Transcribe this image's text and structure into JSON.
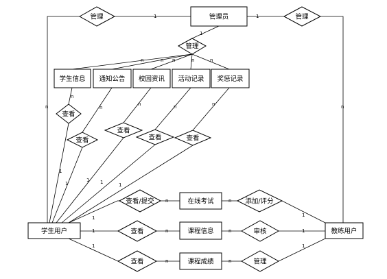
{
  "entities": {
    "admin": "管理员",
    "student_info": "学生信息",
    "notice": "通知公告",
    "campus_news": "校园资讯",
    "activity": "活动记录",
    "reward": "奖惩记录",
    "student_user": "学生用户",
    "teacher_user": "教练用户",
    "online_exam": "在线考试",
    "course_info": "课程信息",
    "course_score": "课程成绩"
  },
  "relationships": {
    "manage_left": "管理",
    "manage_right": "管理",
    "manage_center": "管理",
    "view_1": "查看",
    "view_2": "查看",
    "view_3": "查看",
    "view_4": "查看",
    "view_5": "查看",
    "view_submit": "查看/提交",
    "add_grade": "添加/评分",
    "view_course": "查看",
    "review": "审核",
    "view_score": "查看",
    "manage_score": "管理"
  },
  "cardinality": {
    "one": "1",
    "many": "n"
  }
}
